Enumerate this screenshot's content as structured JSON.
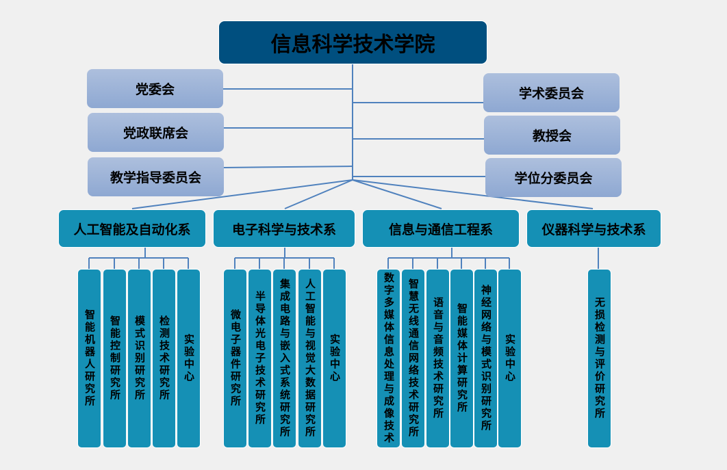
{
  "root": "信息科学技术学院",
  "left_councils": [
    "党委会",
    "党政联席会",
    "教学指导委员会"
  ],
  "right_councils": [
    "学术委员会",
    "教授会",
    "学位分委员会"
  ],
  "departments": [
    {
      "name": "人工智能及自动化系",
      "units": [
        "智能机器人研究所",
        "智能控制研究所",
        "模式识别研究所",
        "检测技术研究所",
        "实验中心"
      ]
    },
    {
      "name": "电子科学与技术系",
      "units": [
        "微电子器件研究所",
        "半导体光电子技术研究所",
        "集成电路与嵌入式系统研究所",
        "人工智能与视觉大数据研究所",
        "实验中心"
      ]
    },
    {
      "name": "信息与通信工程系",
      "units": [
        "数字多媒体信息处理与成像技术",
        "智慧无线通信网络技术研究所",
        "语音与音频技术研究所",
        "智能媒体计算研究所",
        "神经网络与模式识别研究所",
        "实验中心"
      ]
    },
    {
      "name": "仪器科学与技术系",
      "units": [
        "无损检测与评价研究所"
      ]
    }
  ],
  "colors": {
    "root": "#004f7f",
    "dept": "#1590b5",
    "council": "#9db3d8",
    "line": "#4f81bd"
  }
}
